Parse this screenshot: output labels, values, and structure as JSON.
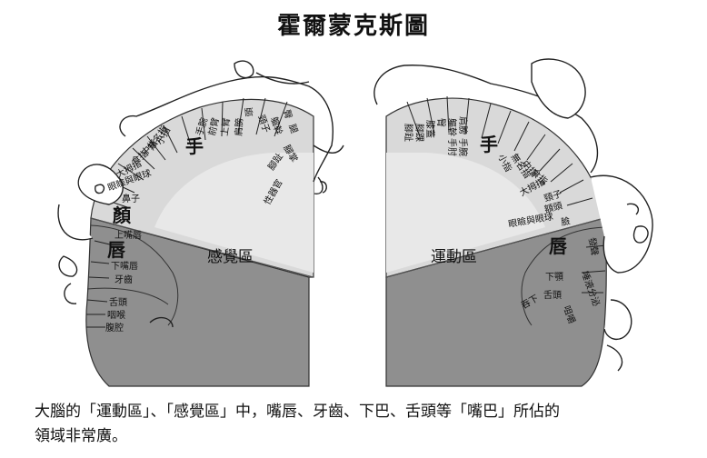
{
  "title": "霍爾蒙克斯圖",
  "sensory": {
    "region_label": "感覺區",
    "upper_labels": [
      "鼻子",
      "眼瞼與眼球",
      "大拇指",
      "食指",
      "中指",
      "無名指",
      "小指",
      "手",
      "手腕",
      "前臂",
      "上臂",
      "肩膀",
      "頭",
      "頸子",
      "軀幹",
      "臀",
      "腿",
      "腳掌",
      "腳趾",
      "性器官"
    ],
    "face_big": "顏",
    "lower_labels": [
      "上嘴唇",
      "唇",
      "下嘴唇",
      "牙齒",
      "舌頭",
      "咽喉",
      "腹腔"
    ]
  },
  "motor": {
    "region_label": "運動區",
    "upper_labels": [
      "腳趾",
      "腳踝",
      "膝蓋",
      "臀",
      "軀幹",
      "肩膀",
      "手肘",
      "手腕",
      "手",
      "小指",
      "無名指",
      "中指",
      "食指",
      "大拇指",
      "頸子",
      "額頭",
      "眼瞼與眼球",
      "臉"
    ],
    "lower_labels": [
      "唇",
      "發聲",
      "下顎",
      "舌頭",
      "吞下",
      "咀嚼",
      "唾液分泌"
    ]
  },
  "caption": {
    "line1": "大腦的「運動區」、「感覺區」中，嘴唇、牙齒、下巴、舌頭等「嘴巴」所佔的",
    "line2": "領域非常廣。"
  }
}
